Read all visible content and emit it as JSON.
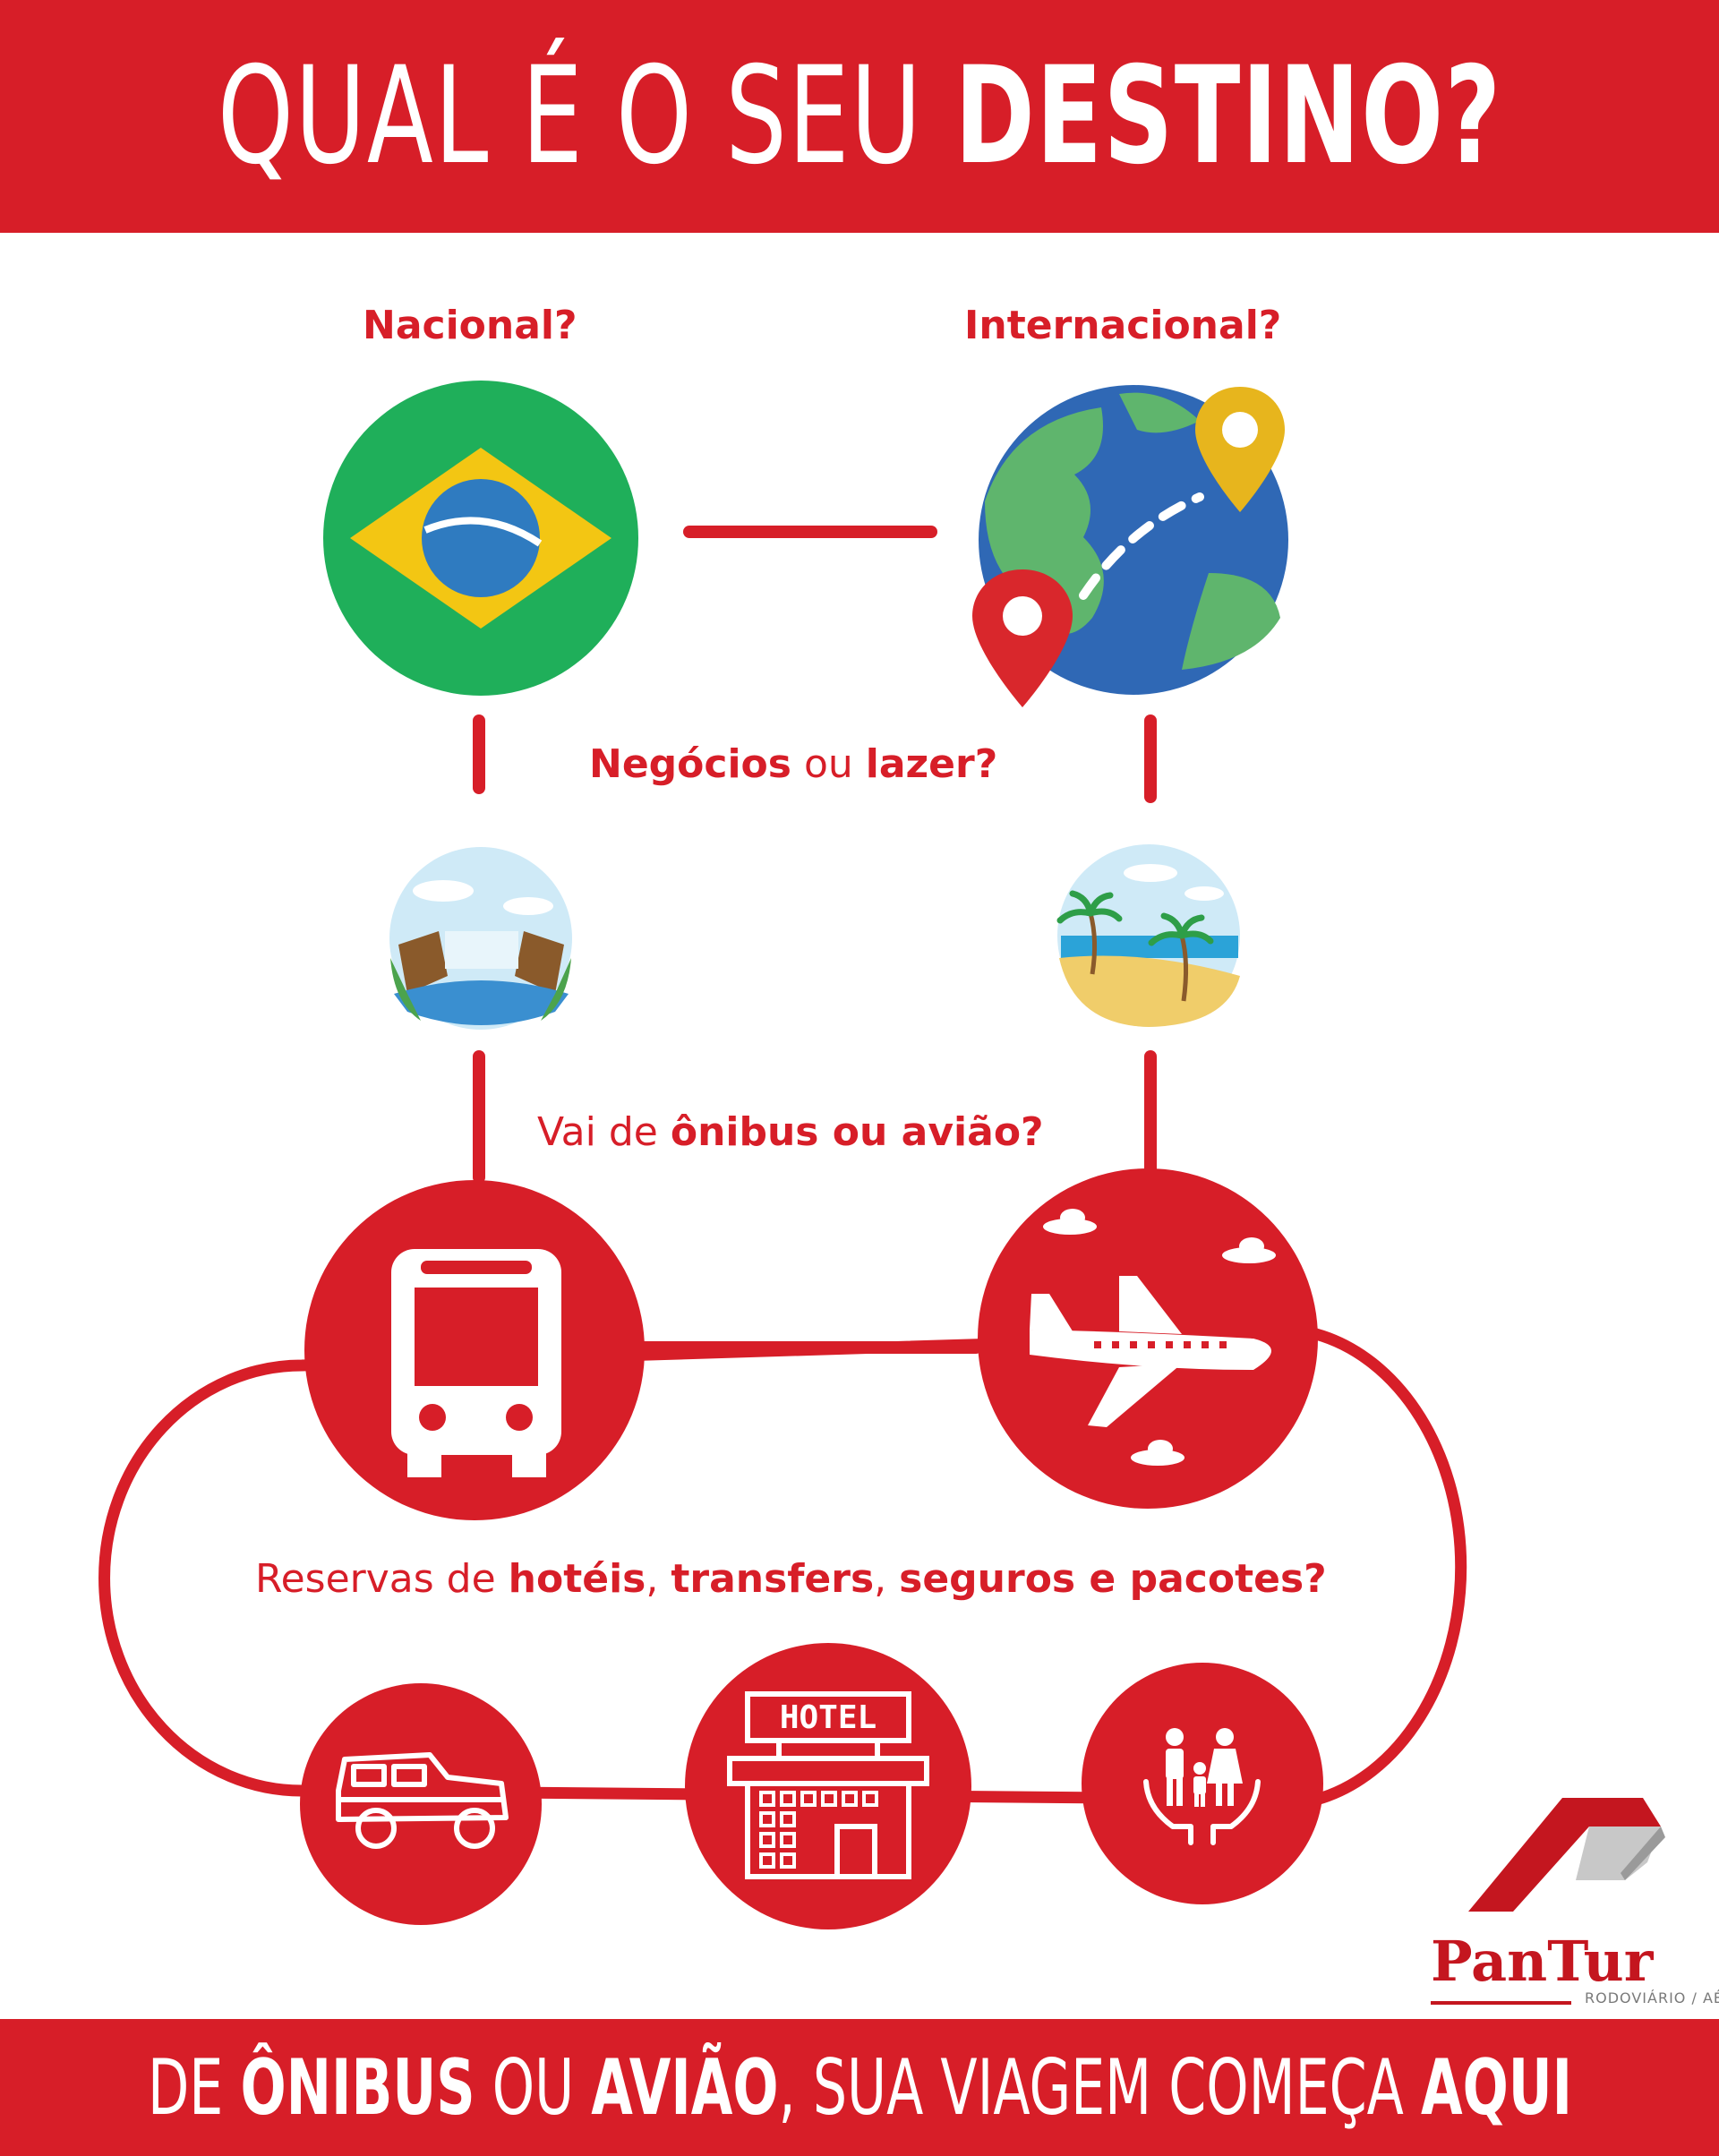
{
  "header": {
    "title_part1": "QUAL É O SEU ",
    "title_part2": "DESTINO?"
  },
  "questions": {
    "national": "Nacional?",
    "international": "Internacional?",
    "business_word": "Negócios",
    "business_or": " ou ",
    "business_leisure": "lazer?",
    "transport_prefix": "Vai de ",
    "transport_bold": "ônibus ou avião?",
    "services_prefix": "Reservas de ",
    "services_hotels": "hotéis",
    "services_sep": ", ",
    "services_transfers": "transfers",
    "services_rest": "seguros e pacotes?"
  },
  "icons": {
    "brazil": "brazil-flag-icon",
    "globe": "globe-map-pins-icon",
    "waterfall": "waterfall-landscape-icon",
    "beach": "beach-palm-trees-icon",
    "bus": "bus-icon",
    "airplane": "airplane-icon",
    "jeep": "jeep-transfer-icon",
    "hotel": "hotel-building-icon",
    "insurance": "family-insurance-icon",
    "pin": "location-pin-icon"
  },
  "hotel_sign": "HOTEL",
  "brand": {
    "name": "PanTur",
    "tagline": "RODOVIÁRIO / AÉREO"
  },
  "footer": {
    "p1": "DE ",
    "p2": "ÔNIBUS",
    "p3": " OU ",
    "p4": "AVIÃO",
    "p5": ", SUA VIAGEM COMEÇA ",
    "p6": "AQUI"
  },
  "colors": {
    "brand_red": "#d71e28",
    "white": "#ffffff",
    "green": "#1faf5a",
    "yellow": "#f3c613",
    "blue": "#2f7bc0"
  }
}
